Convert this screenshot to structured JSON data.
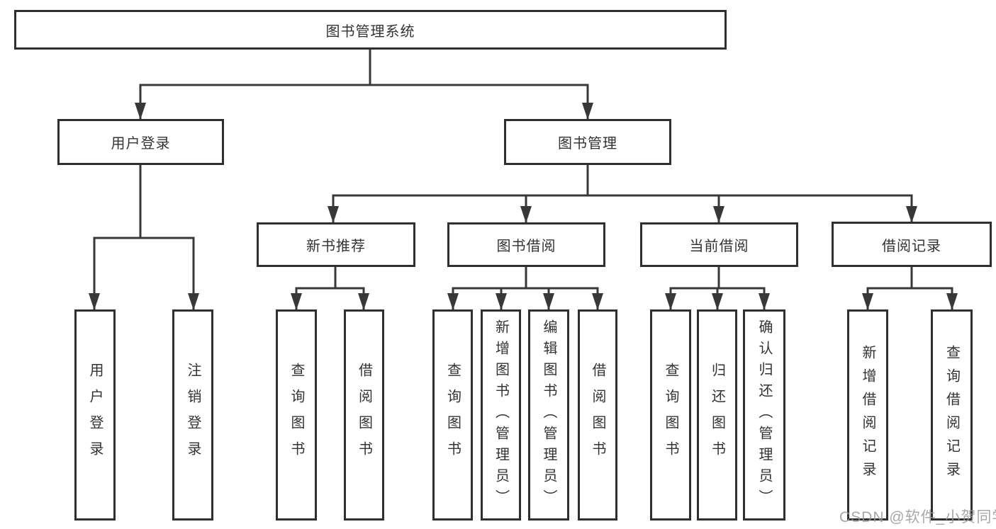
{
  "colors": {
    "line": "#383838",
    "box_border": "#2f2f2f",
    "text": "#333333",
    "watermark": "#989898"
  },
  "tree": {
    "root": {
      "label": "图书管理系统",
      "children": [
        {
          "label": "用户登录",
          "children": [
            {
              "label": "用户登录"
            },
            {
              "label": "注销登录"
            }
          ]
        },
        {
          "label": "图书管理",
          "children": [
            {
              "label": "新书推荐",
              "children": [
                {
                  "label": "查询图书"
                },
                {
                  "label": "借阅图书"
                }
              ]
            },
            {
              "label": "图书借阅",
              "children": [
                {
                  "label": "查询图书"
                },
                {
                  "label": "新增图书（管理员）"
                },
                {
                  "label": "编辑图书（管理员）"
                },
                {
                  "label": "借阅图书"
                }
              ]
            },
            {
              "label": "当前借阅",
              "children": [
                {
                  "label": "查询图书"
                },
                {
                  "label": "归还图书"
                },
                {
                  "label": "确认归还（管理员）"
                }
              ]
            },
            {
              "label": "借阅记录",
              "children": [
                {
                  "label": "新增借阅记录"
                },
                {
                  "label": "查询借阅记录"
                }
              ]
            }
          ]
        }
      ]
    }
  },
  "watermark": {
    "text": "CSDN @软件_小贺同学"
  }
}
